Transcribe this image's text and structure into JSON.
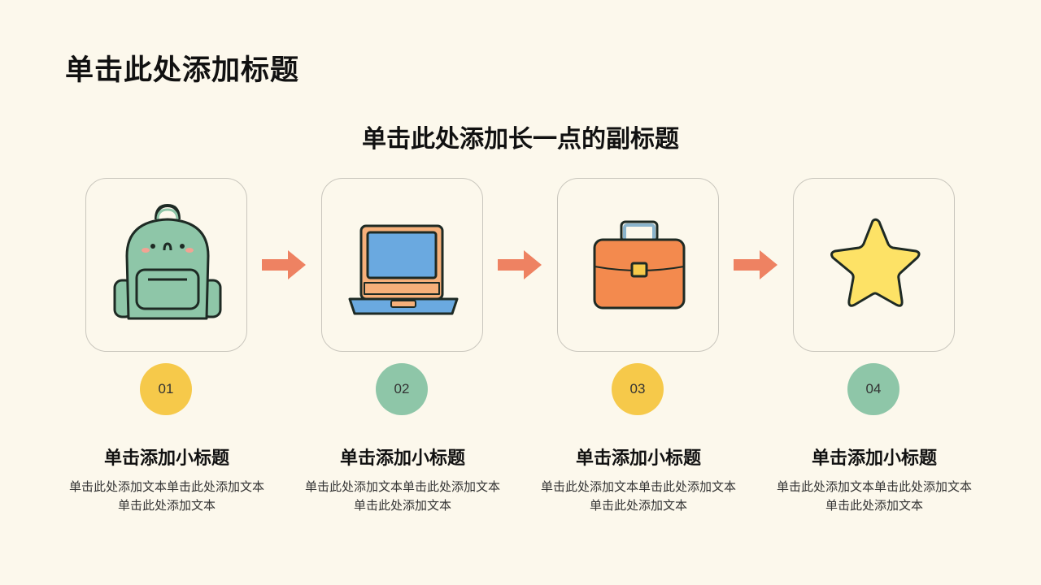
{
  "slide": {
    "title": "单击此处添加标题",
    "subtitle": "单击此处添加长一点的副标题"
  },
  "colors": {
    "background": "#fcf8ec",
    "arrow": "#ee8262",
    "yellow_circle": "#f6c94a",
    "green_circle": "#8ec6a8"
  },
  "steps": [
    {
      "icon": "backpack-icon",
      "number": "01",
      "title": "单击添加小标题",
      "desc": "单击此处添加文本单击此处添加文本单击此处添加文本"
    },
    {
      "icon": "laptop-icon",
      "number": "02",
      "title": "单击添加小标题",
      "desc": "单击此处添加文本单击此处添加文本单击此处添加文本"
    },
    {
      "icon": "briefcase-icon",
      "number": "03",
      "title": "单击添加小标题",
      "desc": "单击此处添加文本单击此处添加文本单击此处添加文本"
    },
    {
      "icon": "star-icon",
      "number": "04",
      "title": "单击添加小标题",
      "desc": "单击此处添加文本单击此处添加文本单击此处添加文本"
    }
  ]
}
